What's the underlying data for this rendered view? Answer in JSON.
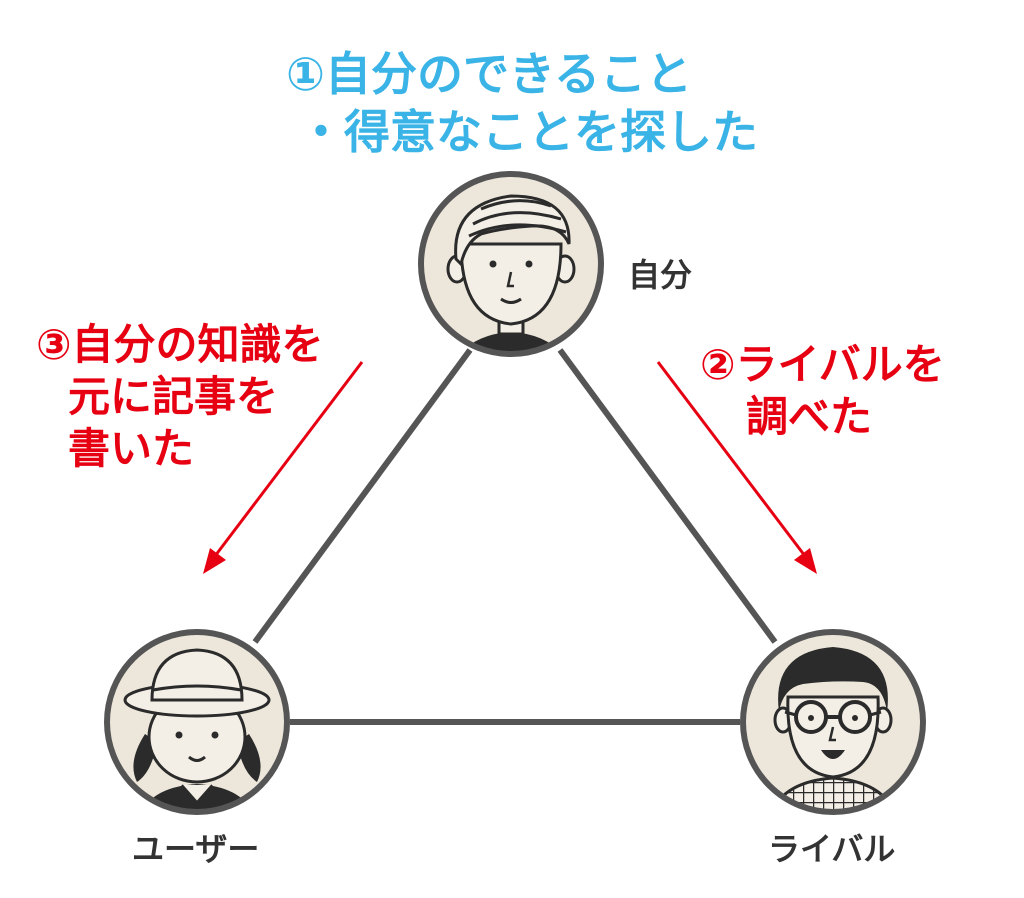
{
  "colors": {
    "step1_text": "#3ab3e6",
    "step_red": "#e60012",
    "triangle_line": "#555555",
    "node_fill": "#ede7db",
    "node_border": "#555555",
    "label_text": "#333333"
  },
  "nodes": {
    "self": {
      "label": "自分",
      "icon": "man-face-icon"
    },
    "user": {
      "label": "ユーザー",
      "icon": "girl-with-hat-icon"
    },
    "rival": {
      "label": "ライバル",
      "icon": "man-with-glasses-icon"
    }
  },
  "steps": {
    "step1": {
      "line1": "①自分のできること",
      "line2": "・得意なことを探した"
    },
    "step2": {
      "line1": "②ライバルを",
      "line2": "調べた"
    },
    "step3": {
      "line1": "③自分の知識を",
      "line2": "元に記事を",
      "line3": "書いた"
    }
  }
}
